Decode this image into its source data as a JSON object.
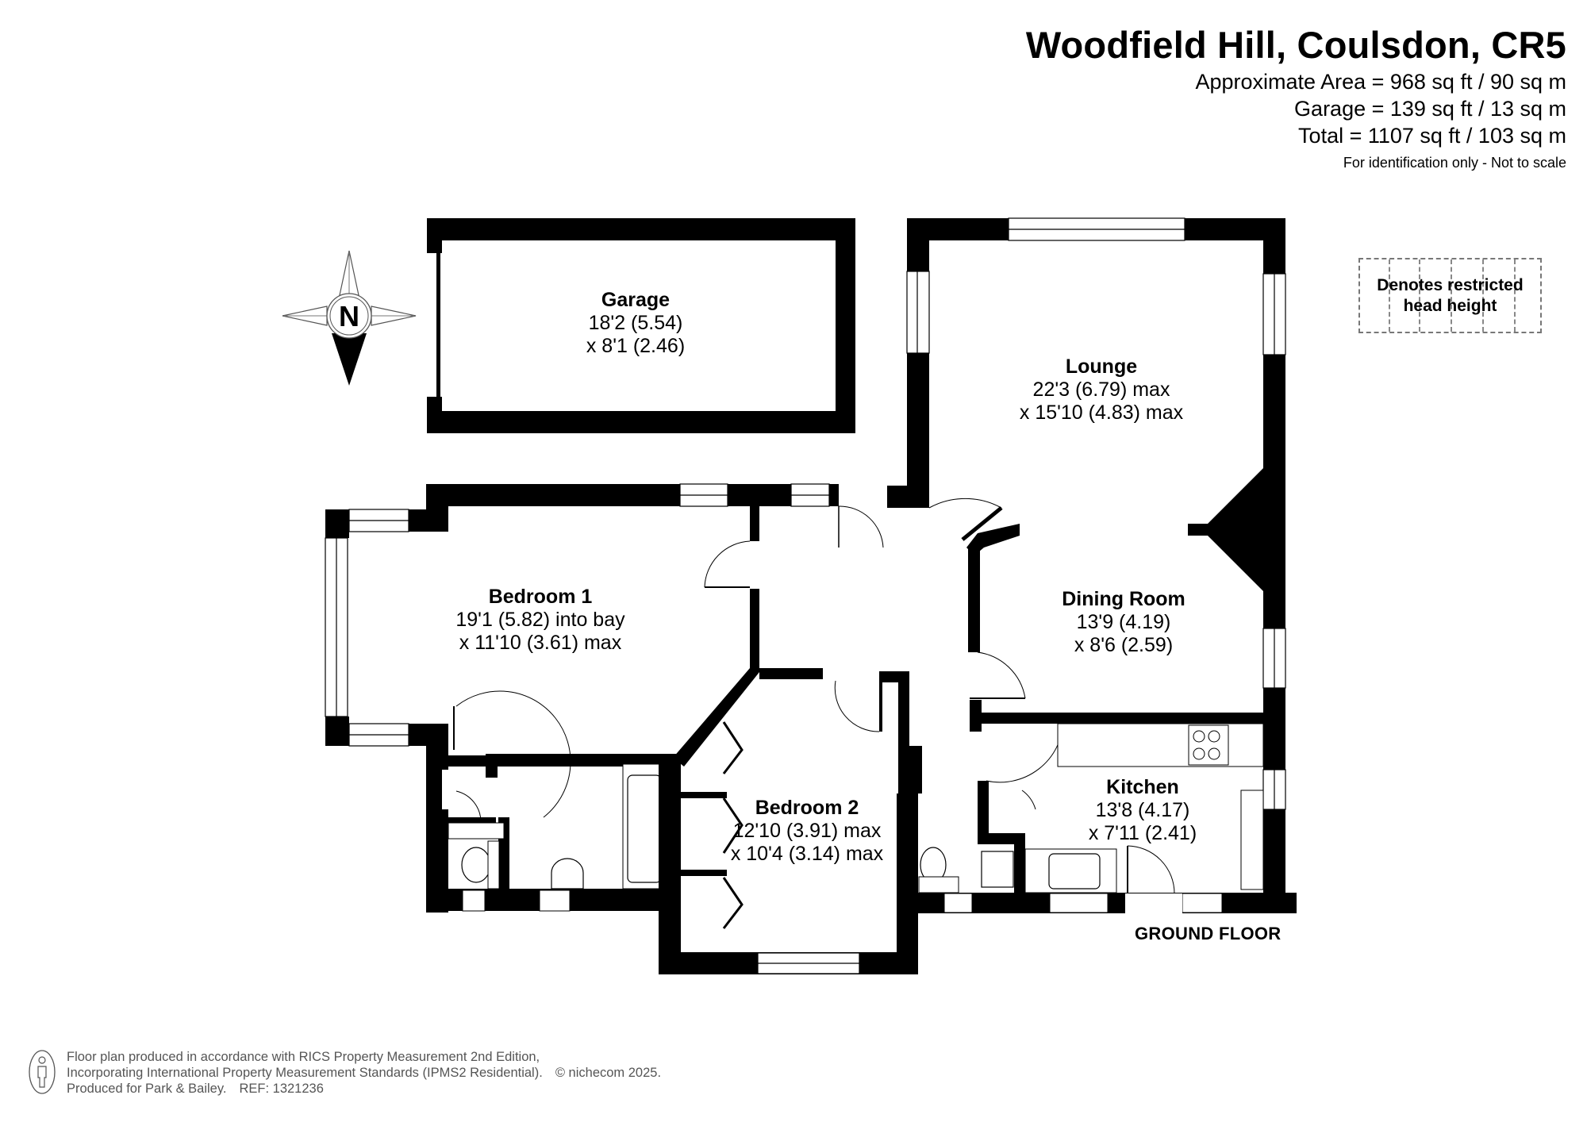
{
  "header": {
    "title": "Woodfield Hill, Coulsdon, CR5",
    "areas": [
      "Approximate Area = 968 sq ft / 90 sq m",
      "Garage = 139 sq ft / 13 sq m",
      "Total = 1107 sq ft / 103 sq m"
    ],
    "disclaimer": "For identification only - Not to scale"
  },
  "legend": {
    "line1": "Denotes restricted",
    "line2": "head height"
  },
  "compass": {
    "letter": "N",
    "icon": "north-compass-icon"
  },
  "floor": {
    "label": "GROUND FLOOR"
  },
  "rooms": [
    {
      "id": "garage",
      "name": "Garage",
      "dim1": "18'2 (5.54)",
      "dim2": "x 8'1 (2.46)"
    },
    {
      "id": "lounge",
      "name": "Lounge",
      "dim1": "22'3 (6.79) max",
      "dim2": "x 15'10 (4.83) max"
    },
    {
      "id": "dining",
      "name": "Dining Room",
      "dim1": "13'9 (4.19)",
      "dim2": "x 8'6 (2.59)"
    },
    {
      "id": "bedroom1",
      "name": "Bedroom 1",
      "dim1": "19'1 (5.82) into bay",
      "dim2": "x 11'10 (3.61) max"
    },
    {
      "id": "bedroom2",
      "name": "Bedroom 2",
      "dim1": "12'10 (3.91) max",
      "dim2": "x 10'4 (3.14) max"
    },
    {
      "id": "kitchen",
      "name": "Kitchen",
      "dim1": "13'8 (4.17)",
      "dim2": "x 7'11 (2.41)"
    }
  ],
  "footer": {
    "line1": "Floor plan produced in accordance with RICS Property Measurement 2nd Edition,",
    "line2": "Incorporating International Property Measurement Standards (IPMS2 Residential).",
    "copyright": "© nichecom 2025.",
    "line3_a": "Produced for Park & Bailey.",
    "line3_b": "REF:  1321236",
    "icon": "person-info-icon"
  },
  "colors": {
    "wall": "#000000",
    "background": "#ffffff",
    "footer_text": "#555555",
    "legend_border": "#777777"
  }
}
